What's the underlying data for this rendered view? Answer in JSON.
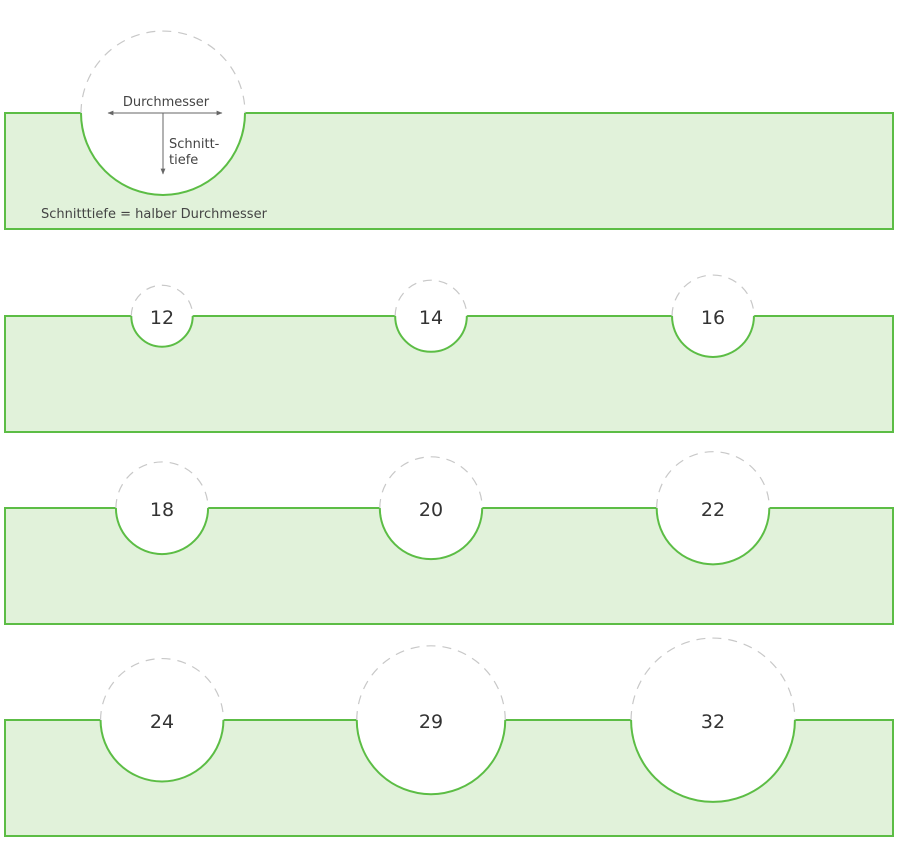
{
  "colors": {
    "board_fill": "#e1f2da",
    "board_stroke": "#5cbd45",
    "dashed": "#c8c8c8",
    "text": "#333333"
  },
  "explainer": {
    "diameter_label": "Durchmesser",
    "depth_label_1": "Schnitt-",
    "depth_label_2": "tiefe",
    "caption": "Schnitttiefe = halber Durchmesser"
  },
  "rows": [
    {
      "diameters": [
        12,
        14,
        16
      ]
    },
    {
      "diameters": [
        18,
        20,
        22
      ]
    },
    {
      "diameters": [
        24,
        29,
        32
      ]
    }
  ]
}
